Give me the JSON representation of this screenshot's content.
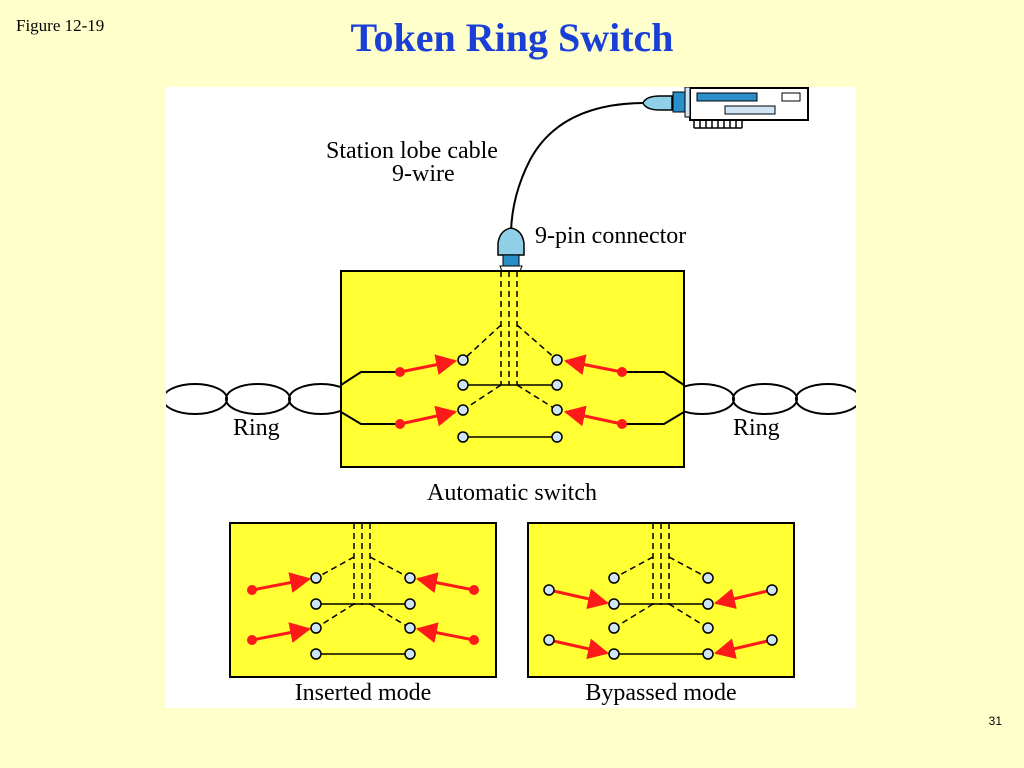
{
  "slide": {
    "figure_label": "Figure 12-19",
    "title": "Token Ring Switch",
    "page_number": "31"
  },
  "diagram": {
    "cable_label_line1": "Station lobe cable",
    "cable_label_line2": "9-wire",
    "connector_label": "9-pin connector",
    "ring_left_label": "Ring",
    "ring_right_label": "Ring",
    "switch_label": "Automatic switch",
    "inserted_label": "Inserted mode",
    "bypassed_label": "Bypassed mode"
  },
  "colors": {
    "title": "#1a3fd6",
    "switch_fill": "#ffff33",
    "arrow": "#ff1a1a",
    "node_fill": "#cfe4f5",
    "connector": "#8fd0e6",
    "nic_bar": "#2a8ec9"
  }
}
